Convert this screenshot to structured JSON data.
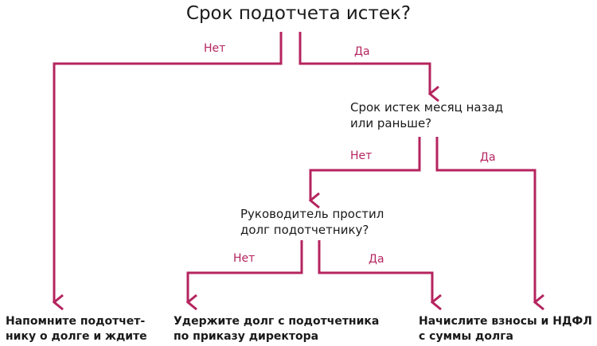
{
  "colors": {
    "accent": "#b5245f",
    "text": "#1a1a1a"
  },
  "q1": {
    "text": "Срок подотчета истек?",
    "no": "Нет",
    "yes": "Да"
  },
  "q2": {
    "line1": "Срок истек месяц назад",
    "line2": "или раньше?",
    "no": "Нет",
    "yes": "Да"
  },
  "q3": {
    "line1": "Руководитель простил",
    "line2": "долг подотчетнику?",
    "no": "Нет",
    "yes": "Да"
  },
  "outcomes": {
    "remind": {
      "line1": "Напомните подотчет-",
      "line2": "нику о долге и ждите"
    },
    "withhold": {
      "line1": "Удержите долг с подотчетника",
      "line2": "по приказу директора"
    },
    "charge": {
      "line1": "Начислите взносы и НДФЛ",
      "line2": "с суммы долга"
    }
  }
}
